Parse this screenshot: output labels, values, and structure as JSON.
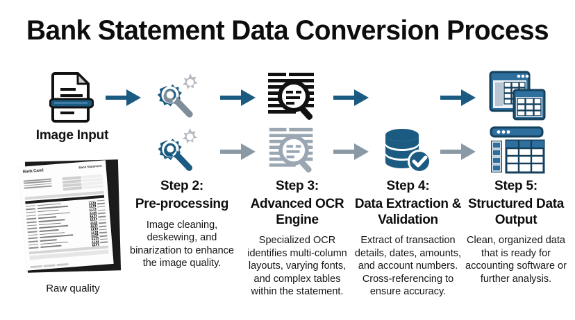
{
  "title": "Bank Statement Data Conversion Process",
  "colors": {
    "arrow_primary": "#1b5b82",
    "arrow_secondary": "#8a99a6",
    "icon_dark": "#111111",
    "icon_blue": "#1b5b82",
    "icon_gray": "#8a99a6",
    "background": "#ffffff",
    "text": "#111111"
  },
  "input": {
    "icon": "document-scan-icon",
    "label": "Image Input",
    "thumbnail": {
      "icon": "scanned-bank-statement-thumbnail",
      "bank_name": "Bank Carol",
      "doc_title": "Bank Statement",
      "caption": "Raw quality"
    }
  },
  "arrows": {
    "top": [
      "arrow-right-icon",
      "arrow-right-icon",
      "arrow-right-icon",
      "arrow-right-icon"
    ],
    "bottom": [
      "arrow-right-icon",
      "arrow-right-icon",
      "arrow-right-icon",
      "arrow-right-icon"
    ]
  },
  "steps": [
    {
      "id": "step-2",
      "heading": "Step 2:",
      "name": "Pre-processing",
      "desc": "Image cleaning, deskewing, and binarization to enhance the image quality.",
      "icon_top": "gear-wrench-icon",
      "icon_bottom": "gear-wrench-icon"
    },
    {
      "id": "step-3",
      "heading": "Step 3:",
      "name": "Advanced OCR Engine",
      "desc": "Specialized OCR identifies multi-column layouts, varying fonts, and complex tables within the statement.",
      "icon_top": "document-magnifier-icon",
      "icon_bottom": "document-magnifier-icon"
    },
    {
      "id": "step-4",
      "heading": "Step 4:",
      "name": "Data Extraction & Validation",
      "desc": "Extract of transaction details, dates, amounts, and account numbers. Cross-referencing to ensure accuracy.",
      "icon_top": "",
      "icon_bottom": "database-check-icon"
    },
    {
      "id": "step-5",
      "heading": "Step 5:",
      "name": "Structured Data Output",
      "desc": "Clean, organized data that is ready for accounting software or further analysis.",
      "icon_top": "spreadsheet-window-icon",
      "icon_bottom": "spreadsheet-table-icon"
    }
  ]
}
